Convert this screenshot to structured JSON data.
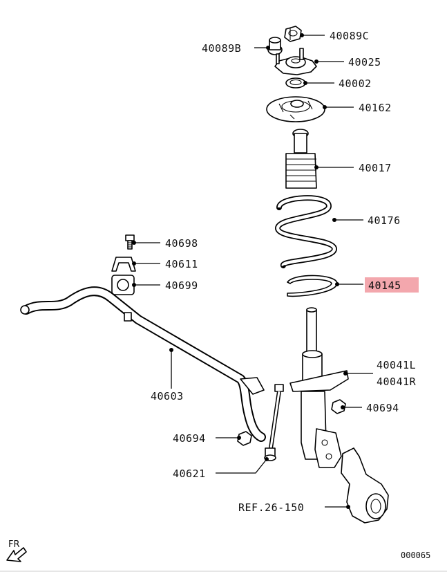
{
  "parts": {
    "p40089C": "40089C",
    "p40089B": "40089B",
    "p40025": "40025",
    "p40002": "40002",
    "p40162": "40162",
    "p40017": "40017",
    "p40176": "40176",
    "p40145": "40145",
    "p40698": "40698",
    "p40611": "40611",
    "p40699": "40699",
    "p40041L": "40041L",
    "p40041R": "40041R",
    "p40603": "40603",
    "p40694a": "40694",
    "p40694b": "40694",
    "p40621": "40621",
    "ref": "REF.26-150"
  },
  "direction": "FR",
  "diagram_code": "000065",
  "highlight_color": "#f3a7ad"
}
